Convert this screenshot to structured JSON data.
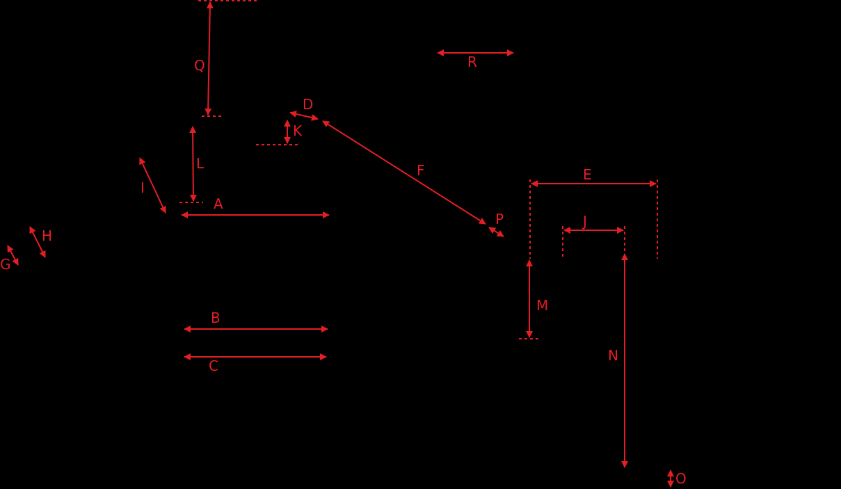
{
  "diagram": {
    "background_color": "#000000",
    "accent_color": "#e31e24",
    "dimensions": [
      {
        "id": "A",
        "label": "A"
      },
      {
        "id": "B",
        "label": "B"
      },
      {
        "id": "C",
        "label": "C"
      },
      {
        "id": "D",
        "label": "D"
      },
      {
        "id": "E",
        "label": "E"
      },
      {
        "id": "F",
        "label": "F"
      },
      {
        "id": "G",
        "label": "G"
      },
      {
        "id": "H",
        "label": "H"
      },
      {
        "id": "I",
        "label": "I"
      },
      {
        "id": "J",
        "label": "J"
      },
      {
        "id": "K",
        "label": "K"
      },
      {
        "id": "L",
        "label": "L"
      },
      {
        "id": "M",
        "label": "M"
      },
      {
        "id": "N",
        "label": "N"
      },
      {
        "id": "O",
        "label": "O"
      },
      {
        "id": "P",
        "label": "P"
      },
      {
        "id": "Q",
        "label": "Q"
      },
      {
        "id": "R",
        "label": "R"
      }
    ]
  }
}
